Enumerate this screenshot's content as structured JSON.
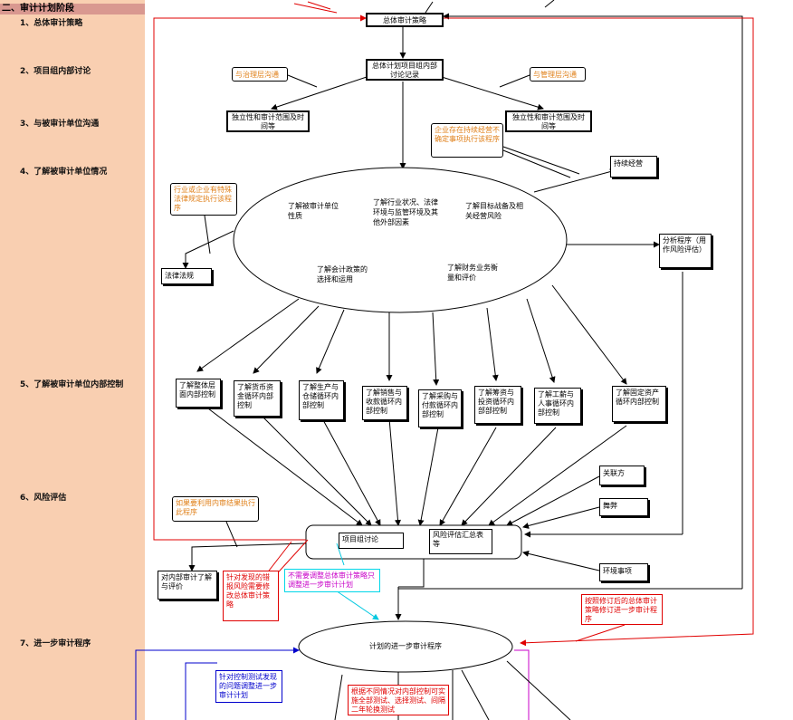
{
  "sidebar": {
    "header": "二、审计计划阶段",
    "steps": [
      "1、总体审计策略",
      "2、项目组内部讨论",
      "3、与被审计单位沟通",
      "4、了解被审计单位情况",
      "5、了解被审计单位内部控制",
      "6、风险评估",
      "7、进一步审计程序"
    ]
  },
  "nodes": {
    "overall_strategy": "总体审计策略",
    "team_discussion": "总体计划项目组内部讨论记录",
    "governance_comm": "与治理层沟通",
    "management_comm": "与管理层沟通",
    "independence_left": "独立性和审计范围及时间等",
    "independence_right": "独立性和审计范围及时间等",
    "going_concern_note": "企业存在持续经营不确定事项执行该程序",
    "going_concern": "持续经营",
    "law_note": "行业或企业有特殊法律规定执行该程序",
    "laws": "法律法规",
    "analytical": "分析程序（用作风险评估）",
    "ellipse_items": [
      "了解被审计单位性质",
      "了解行业状况、法律环境与监管环境及其他外部因素",
      "了解目标战备及相关经营风险",
      "了解会计政策的选择和运用",
      "了解财务业务衡量和评价"
    ],
    "controls": [
      "了解整体层面内部控制",
      "了解货币资金循环内部控制",
      "了解生产与仓储循环内部控制",
      "了解销售与收款循环内部控制",
      "了解采购与付款循环内部控制",
      "了解筹资与投资循环内部部控制",
      "了解工薪与人事循环内部控制",
      "了解固定资产循环内部控制"
    ],
    "related_party": "关联方",
    "fraud": "舞弊",
    "environment": "环境事项",
    "internal_audit_note": "如果要利用内审结果执行此程序",
    "team_talk": "项目组讨论",
    "risk_summary": "风险评估汇总表等",
    "internal_audit_eval": "对内部审计了解与评价",
    "misstatement_note": "针对发现的错报风险需要修改总体审计策略",
    "no_adjust_note": "不需要调整总体审计策略只调整进一步审计计划",
    "revised_strategy_note": "按照修订后的总体审计策略修订进一步审计程序",
    "further_plan": "计划的进一步审计程序",
    "control_test_note": "针对控制测试发现的问题调整进一步审计计划",
    "rotation_note": "根据不同情况对内部控制可实施全部测试、选择测试、间隔二年轮换测试"
  },
  "colors": {
    "sidebar_bg": "#f9cfb1",
    "header_bg": "#d99890",
    "orange_text": "#e0801a",
    "red": "#e00000",
    "cyan": "#00d7e8",
    "magenta": "#c800c8",
    "blue": "#0000cc"
  }
}
